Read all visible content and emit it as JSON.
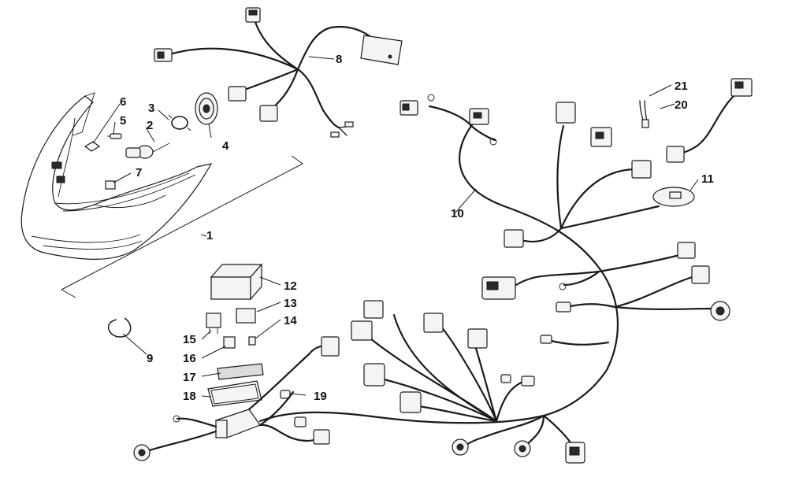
{
  "diagram": {
    "callouts": [
      {
        "id": "headlight-assembly",
        "label": "1"
      },
      {
        "id": "bulb",
        "label": "2"
      },
      {
        "id": "bulb-retainer",
        "label": "3"
      },
      {
        "id": "boot",
        "label": "4"
      },
      {
        "id": "screw",
        "label": "5"
      },
      {
        "id": "clip",
        "label": "6"
      },
      {
        "id": "socket",
        "label": "7"
      },
      {
        "id": "headlight-harness",
        "label": "8"
      },
      {
        "id": "wire-clip",
        "label": "9"
      },
      {
        "id": "main-harness",
        "label": "10"
      },
      {
        "id": "grommet",
        "label": "11"
      },
      {
        "id": "fuse-relay-box",
        "label": "12"
      },
      {
        "id": "relay-large",
        "label": "13"
      },
      {
        "id": "fuse-small",
        "label": "14"
      },
      {
        "id": "relay-medium",
        "label": "15"
      },
      {
        "id": "relay-small",
        "label": "16"
      },
      {
        "id": "fuse-label",
        "label": "17"
      },
      {
        "id": "fuse-box-cover",
        "label": "18"
      },
      {
        "id": "connector-cap",
        "label": "19"
      },
      {
        "id": "tail-harness",
        "label": "20"
      },
      {
        "id": "tether",
        "label": "21"
      }
    ]
  }
}
